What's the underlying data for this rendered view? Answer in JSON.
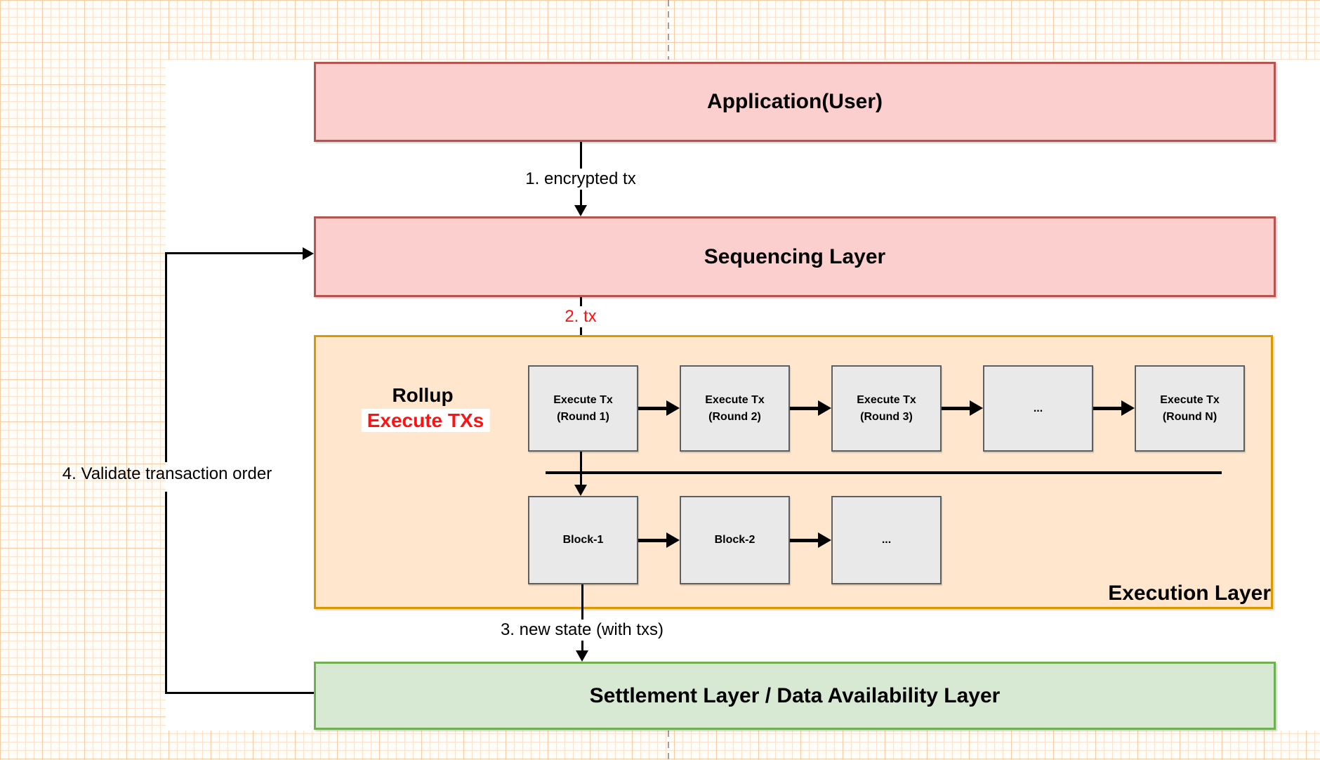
{
  "diagram": {
    "application_label": "Application(User)",
    "sequencing_label": "Sequencing Layer",
    "execution_label": "Execution Layer",
    "rollup_title": "Rollup",
    "rollup_subtitle": "Execute TXs",
    "settlement_label": "Settlement Layer / Data Availability Layer"
  },
  "flow_labels": {
    "step1": "1. encrypted tx",
    "step2": "2. tx",
    "step3": "3. new state (with txs)",
    "step4": "4. Validate transaction order"
  },
  "rounds": [
    {
      "line1": "Execute Tx",
      "line2": "(Round 1)"
    },
    {
      "line1": "Execute Tx",
      "line2": "(Round 2)"
    },
    {
      "line1": "Execute Tx",
      "line2": "(Round 3)"
    },
    {
      "line1": "...",
      "line2": ""
    },
    {
      "line1": "Execute Tx",
      "line2": "(Round N)"
    }
  ],
  "blocks": [
    "Block-1",
    "Block-2",
    "..."
  ],
  "colors": {
    "red_layer_fill": "#fbcfce",
    "red_layer_stroke": "#b85450",
    "execution_fill": "#ffe6cc",
    "execution_stroke": "#d79b00",
    "settlement_fill": "#d7e9d3",
    "settlement_stroke": "#6fb152",
    "node_fill": "#e9e9e9",
    "node_stroke": "#5f5f5f",
    "step2_text": "#ff1212",
    "rollup_subtitle_text": "#ff1212",
    "grid_line": "#fae3cd",
    "page_dash": "#9e9e9e"
  }
}
